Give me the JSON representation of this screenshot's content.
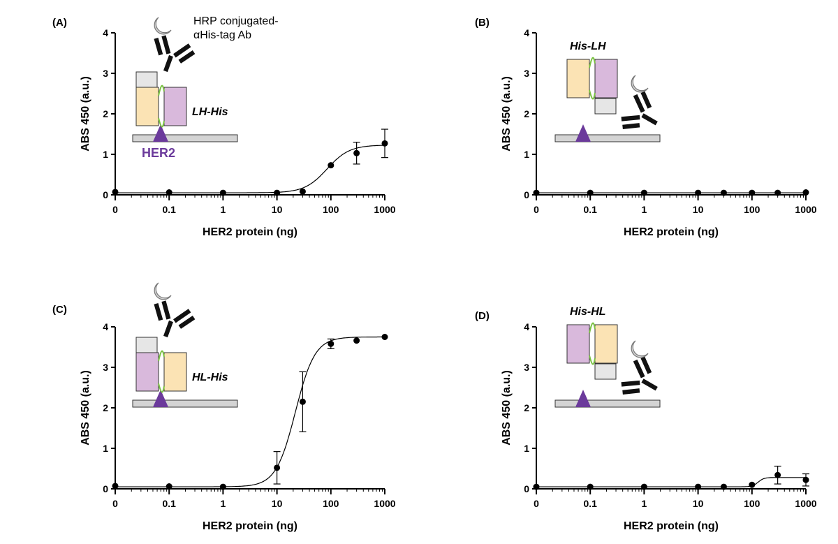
{
  "colors": {
    "vh": "#fbe3b4",
    "vl": "#d9b9dc",
    "tag": "#e6e6e6",
    "linker": "#7ac143",
    "her2": "#6b3a9b",
    "plate": "#d4d4d4",
    "antibody": "#111111",
    "hrp": "#d2d2d2"
  },
  "icons": {
    "antibody": "antibody-icon",
    "hrp": "hrp-enzyme-icon",
    "her2": "her2-triangle-icon"
  },
  "chart_data": [
    {
      "panel": "(A)",
      "type": "scatter",
      "xscale": "log",
      "xlabel": "HER2 protein (ng)",
      "ylabel": "ABS 450 (a.u.)",
      "ylim": [
        0,
        4
      ],
      "xticks": [
        "0",
        "0.1",
        "1",
        "10",
        "100",
        "1000"
      ],
      "yticks": [
        "0",
        "1",
        "2",
        "3",
        "4"
      ],
      "x": [
        0,
        0.1,
        1,
        10,
        30,
        100,
        300,
        1000
      ],
      "y": [
        0.07,
        0.06,
        0.05,
        0.05,
        0.08,
        0.73,
        1.03,
        1.27
      ],
      "err": [
        0,
        0,
        0,
        0,
        0,
        0,
        0.27,
        0.35
      ],
      "fit": {
        "bottom": 0.05,
        "top": 1.23,
        "ec50": 85,
        "hill": 2.1
      },
      "construct": "LH-His",
      "show_her2_label": true,
      "her2_label": "HER2",
      "show_hrp_label": true,
      "hrp_label_line1": "HRP conjugated-",
      "hrp_label_line2": "αHis-tag Ab",
      "diagram": {
        "layout": "up",
        "left": "VH",
        "right": "VL"
      }
    },
    {
      "panel": "(B)",
      "type": "scatter",
      "xscale": "log",
      "xlabel": "HER2 protein (ng)",
      "ylabel": "ABS 450 (a.u.)",
      "ylim": [
        0,
        4
      ],
      "xticks": [
        "0",
        "0.1",
        "1",
        "10",
        "100",
        "1000"
      ],
      "yticks": [
        "0",
        "1",
        "2",
        "3",
        "4"
      ],
      "x": [
        0,
        0.1,
        1,
        10,
        30,
        100,
        300,
        1000
      ],
      "y": [
        0.05,
        0.05,
        0.05,
        0.05,
        0.05,
        0.05,
        0.05,
        0.06
      ],
      "err": [
        0,
        0,
        0,
        0,
        0,
        0,
        0,
        0
      ],
      "fit": {
        "bottom": 0.05,
        "top": 0.05,
        "ec50": 100,
        "hill": 1
      },
      "construct": "His-LH",
      "show_her2_label": false,
      "show_hrp_label": false,
      "diagram": {
        "layout": "down",
        "left": "VH",
        "right": "VL"
      }
    },
    {
      "panel": "(C)",
      "type": "scatter",
      "xscale": "log",
      "xlabel": "HER2 protein (ng)",
      "ylabel": "ABS 450 (a.u.)",
      "ylim": [
        0,
        4
      ],
      "xticks": [
        "0",
        "0.1",
        "1",
        "10",
        "100",
        "1000"
      ],
      "yticks": [
        "0",
        "1",
        "2",
        "3",
        "4"
      ],
      "x": [
        0,
        0.1,
        1,
        10,
        30,
        100,
        300,
        1000
      ],
      "y": [
        0.07,
        0.06,
        0.05,
        0.52,
        2.15,
        3.58,
        3.66,
        3.75
      ],
      "err": [
        0,
        0,
        0,
        0.4,
        0.74,
        0.12,
        0,
        0
      ],
      "fit": {
        "bottom": 0.05,
        "top": 3.75,
        "ec50": 22,
        "hill": 2.4
      },
      "construct": "HL-His",
      "show_her2_label": false,
      "show_hrp_label": false,
      "diagram": {
        "layout": "up",
        "left": "VL",
        "right": "VH"
      }
    },
    {
      "panel": "(D)",
      "type": "scatter",
      "xscale": "log",
      "xlabel": "HER2 protein (ng)",
      "ylabel": "ABS 450 (a.u.)",
      "ylim": [
        0,
        4
      ],
      "xticks": [
        "0",
        "0.1",
        "1",
        "10",
        "100",
        "1000"
      ],
      "yticks": [
        "0",
        "1",
        "2",
        "3",
        "4"
      ],
      "x": [
        0,
        0.1,
        1,
        10,
        30,
        100,
        300,
        1000
      ],
      "y": [
        0.05,
        0.05,
        0.05,
        0.05,
        0.05,
        0.1,
        0.34,
        0.22
      ],
      "err": [
        0,
        0,
        0,
        0,
        0,
        0,
        0.22,
        0.15
      ],
      "fit": {
        "bottom": 0.05,
        "top": 0.28,
        "ec50": 130,
        "hill": 8
      },
      "construct": "His-HL",
      "show_her2_label": false,
      "show_hrp_label": false,
      "diagram": {
        "layout": "down",
        "left": "VL",
        "right": "VH"
      }
    }
  ]
}
